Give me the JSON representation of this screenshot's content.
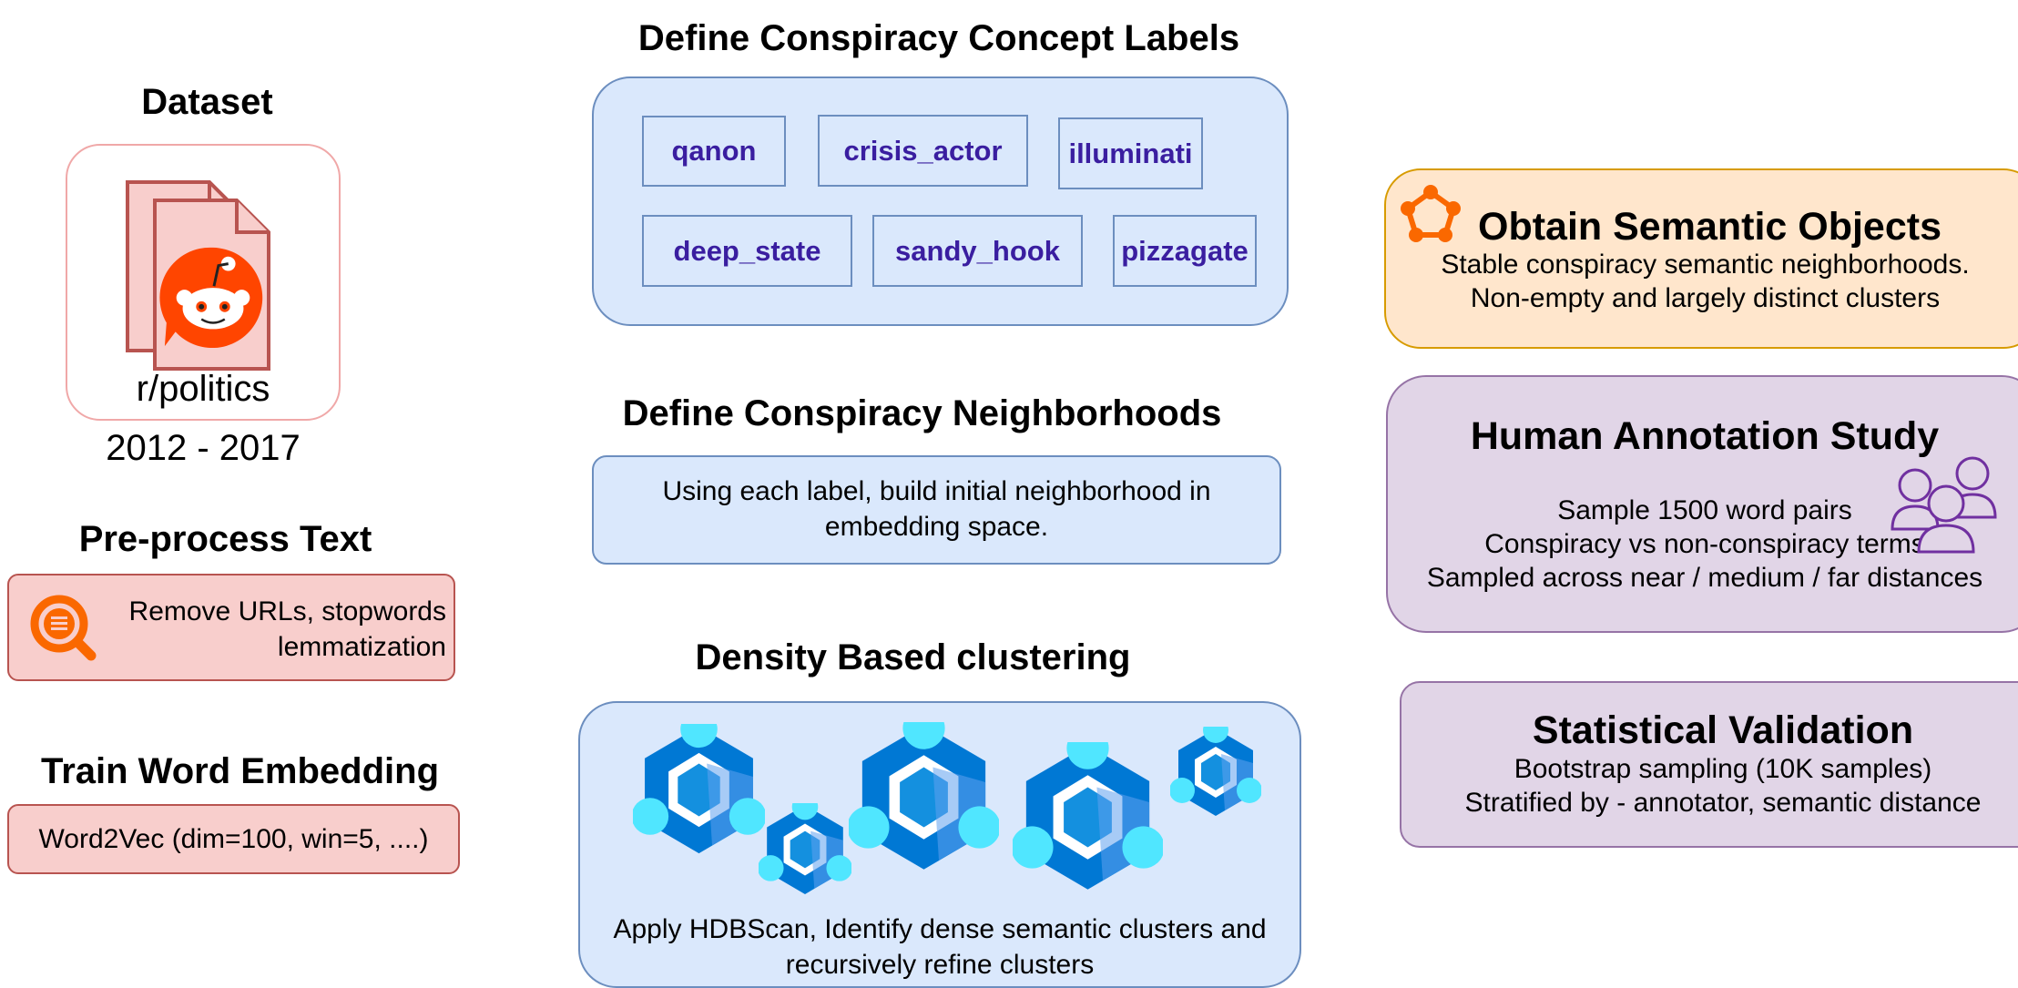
{
  "dataset": {
    "title": "Dataset",
    "subreddit": "r/politics",
    "years": "2012 - 2017"
  },
  "preprocess": {
    "title": "Pre-process Text",
    "line1": "Remove URLs, stopwords",
    "line2": "lemmatization"
  },
  "embedding": {
    "title": "Train Word Embedding",
    "text": "Word2Vec (dim=100, win=5, ....)"
  },
  "labels": {
    "title": "Define Conspiracy Concept Labels",
    "items": [
      "qanon",
      "crisis_actor",
      "illuminati",
      "deep_state",
      "sandy_hook",
      "pizzagate"
    ]
  },
  "neighborhoods": {
    "title": "Define Conspiracy Neighborhoods",
    "line1": "Using each label, build initial neighborhood in",
    "line2": "embedding space."
  },
  "clustering": {
    "title": "Density Based clustering",
    "line1": "Apply HDBScan, Identify dense semantic clusters and",
    "line2": "recursively refine clusters"
  },
  "semantic_objects": {
    "title": "Obtain Semantic Objects",
    "line1": "Stable conspiracy semantic neighborhoods.",
    "line2": "Non-empty and largely distinct clusters"
  },
  "annotation": {
    "title": "Human Annotation Study",
    "line1": "Sample 1500 word pairs",
    "line2": "Conspiracy vs non-conspiracy terms",
    "line3": "Sampled across near / medium / far distances"
  },
  "validation": {
    "title": "Statistical Validation",
    "line1": "Bootstrap sampling (10K samples)",
    "line2": "Stratified by - annotator, semantic distance"
  },
  "icons": {
    "reddit": "reddit-logo-icon",
    "documents": "document-stack-icon",
    "search": "search-list-icon",
    "cluster": "hexagon-cluster-icon",
    "network": "pentagon-network-icon",
    "users": "users-group-icon"
  },
  "colors": {
    "red_fill": "#f8cecc",
    "red_stroke": "#b85450",
    "blue_fill": "#dae8fc",
    "blue_stroke": "#6c8ebf",
    "orange_fill": "#ffe6cc",
    "orange_stroke": "#d79b00",
    "purple_fill": "#e1d5e7",
    "purple_stroke": "#9673a6",
    "label_text": "#3a1ea0",
    "reddit_orange": "#ff4500",
    "search_orange": "#fa6800",
    "cluster_blue": "#0078d4",
    "cluster_cyan": "#50e6ff"
  }
}
